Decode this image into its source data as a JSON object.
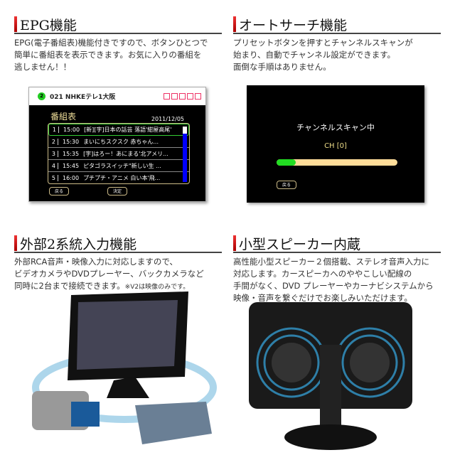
{
  "sections": [
    {
      "title": "EPG機能",
      "text": [
        "EPG(電子番組表)機能付きですので、ボタンひとつで",
        "簡単に番組表を表示できます。お気に入りの番組を",
        "逃しません！！"
      ]
    },
    {
      "title": "オートサーチ機能",
      "text": [
        "プリセットボタンを押すとチャンネルスキャンが",
        "始まり、自動でチャンネル設定ができます。",
        "面倒な手順はありません。"
      ]
    },
    {
      "title": "外部2系統入力機能",
      "text": [
        "外部RCA音声・映像入力に対応しますので、",
        "ビデオカメラやDVDプレーヤー、バックカメラなど",
        "同時に2台まで接続できます。"
      ],
      "note": "※V2は映像のみです。"
    },
    {
      "title": "小型スピーカー内蔵",
      "text": [
        "高性能小型スピーカー２個搭載、ステレオ音声入力に",
        "対応します。カースピーカへのややこしい配線の",
        "手間がなく、DVD プレーヤーやカーナビシステムから",
        "映像・音声を繋ぐだけでお楽しみいただけます。"
      ]
    }
  ],
  "epg": {
    "channel_badge": "2",
    "channel": "021  NHKEテレ1大阪",
    "title": "番組表",
    "date": "2011/12/05",
    "rows": [
      {
        "n": "1",
        "time": "15:00",
        "prog": "[新][字]日本の話芸  落語'紺屋高尾'"
      },
      {
        "n": "2",
        "time": "15:30",
        "prog": "まいにちスクスク  赤ちゃん..."
      },
      {
        "n": "3",
        "time": "15:35",
        "prog": "[字]はろー！あにまる'北アメリ..."
      },
      {
        "n": "4",
        "time": "15:45",
        "prog": "ピタゴラスイッチ\"新しい生  ..."
      },
      {
        "n": "5",
        "time": "16:00",
        "prog": "プチプチ・アニメ  白い本'飛..."
      }
    ],
    "back": "戻る",
    "ok": "決定"
  },
  "scan": {
    "title": "チャンネルスキャン中",
    "ch": "CH  [0]",
    "progress_pct": 16,
    "back": "戻る"
  }
}
